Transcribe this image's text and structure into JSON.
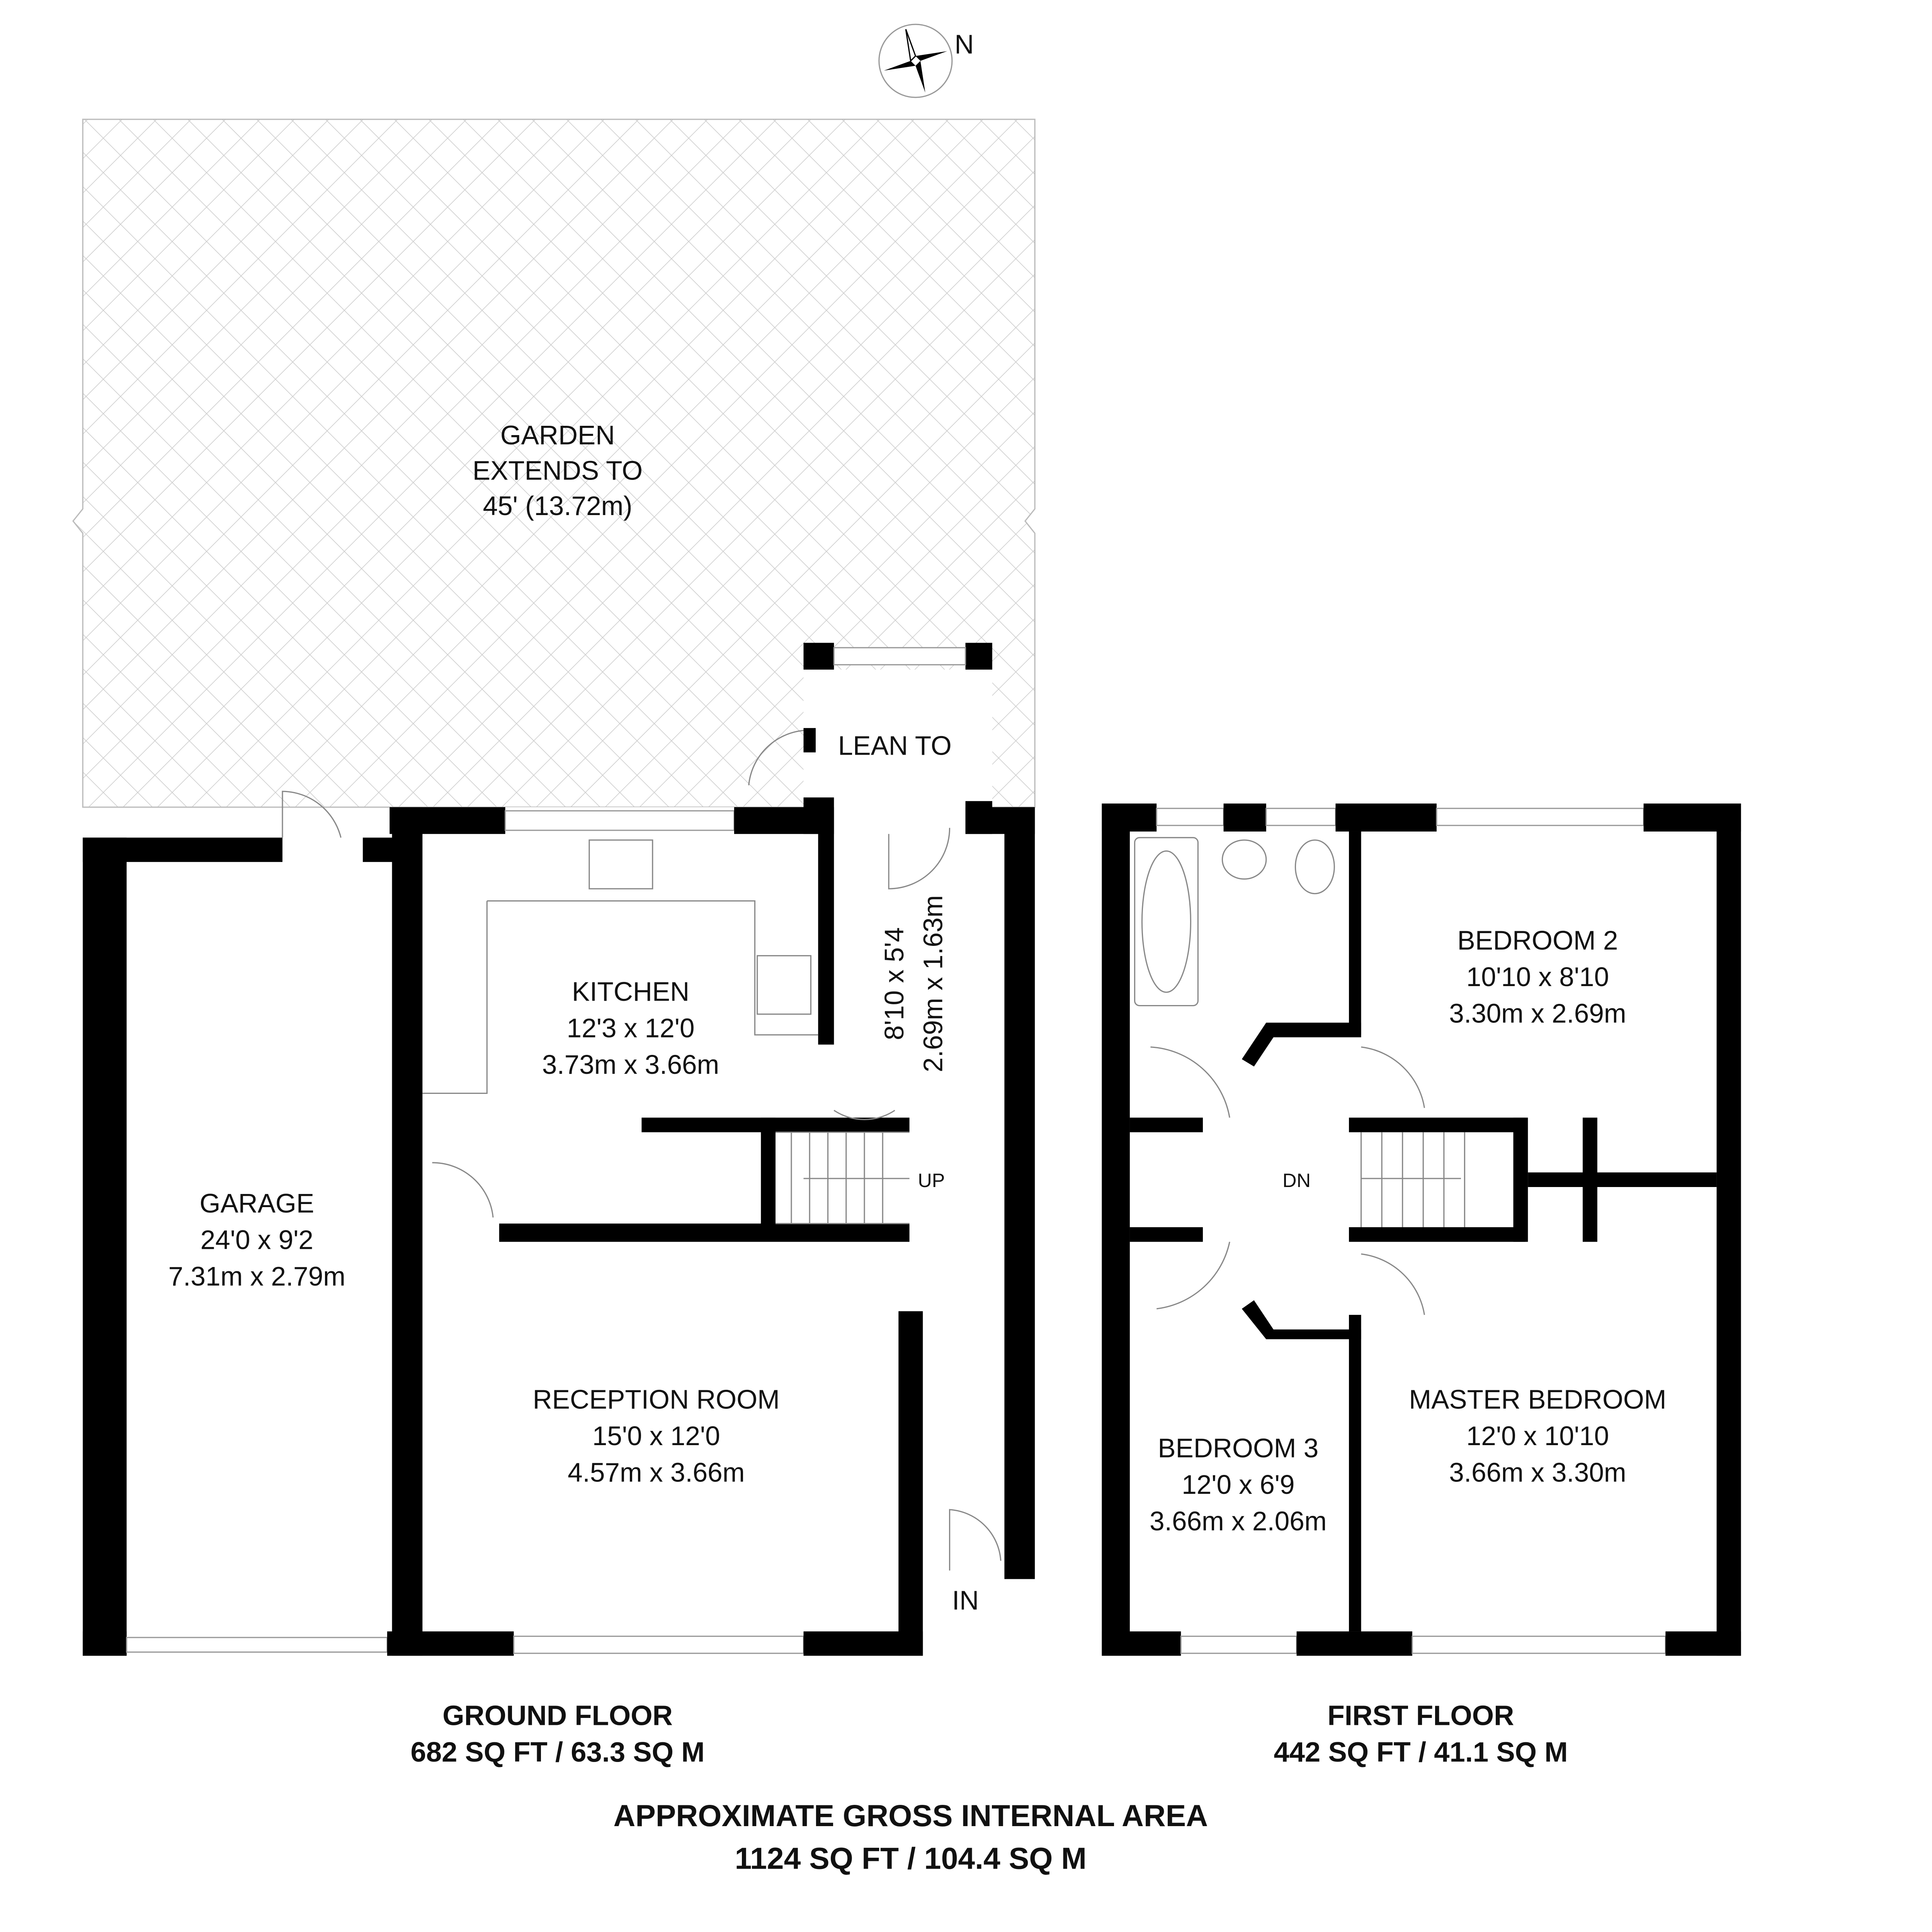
{
  "compass": {
    "label": "N"
  },
  "garden": {
    "line1": "GARDEN",
    "line2": "EXTENDS TO",
    "line3": "45' (13.72m)"
  },
  "ground_floor": {
    "rooms": {
      "lean_to": {
        "name": "LEAN TO"
      },
      "kitchen": {
        "name": "KITCHEN",
        "imperial": "12'3 x 12'0",
        "metric": "3.73m x 3.66m"
      },
      "hall": {
        "imperial": "8'10 x 5'4",
        "metric": "2.69m x 1.63m"
      },
      "garage": {
        "name": "GARAGE",
        "imperial": "24'0 x 9'2",
        "metric": "7.31m x 2.79m"
      },
      "reception": {
        "name": "RECEPTION ROOM",
        "imperial": "15'0 x 12'0",
        "metric": "4.57m x 3.66m"
      }
    },
    "stairs_label": "UP",
    "entrance_label": "IN",
    "title": "GROUND FLOOR",
    "area": "682 SQ FT / 63.3 SQ M"
  },
  "first_floor": {
    "rooms": {
      "bedroom2": {
        "name": "BEDROOM 2",
        "imperial": "10'10 x 8'10",
        "metric": "3.30m x 2.69m"
      },
      "bedroom3": {
        "name": "BEDROOM 3",
        "imperial": "12'0 x 6'9",
        "metric": "3.66m x 2.06m"
      },
      "master": {
        "name": "MASTER BEDROOM",
        "imperial": "12'0 x 10'10",
        "metric": "3.66m x 3.30m"
      }
    },
    "stairs_label": "DN",
    "title": "FIRST FLOOR",
    "area": "442 SQ FT / 41.1 SQ M"
  },
  "total": {
    "title": "APPROXIMATE GROSS INTERNAL AREA",
    "area": "1124 SQ FT / 104.4 SQ M"
  }
}
